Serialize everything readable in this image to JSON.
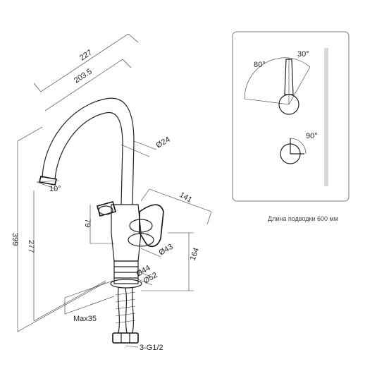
{
  "dimensions": {
    "width_227": "227",
    "width_203_5": "203.5",
    "spout_diameter": "Ø24",
    "spout_angle": "10°",
    "height_399": "399",
    "height_277": "277",
    "handle_height": "79",
    "handle_reach": "141",
    "body_diameter": "Ø43",
    "base_height": "164",
    "base_diameter_44": "Ø44",
    "base_diameter_52": "Ø52",
    "max_thickness": "Max35",
    "connection": "3-G1/2"
  },
  "rotation_panel": {
    "angle_80": "80°",
    "angle_30": "30°",
    "angle_90": "90°",
    "caption": "Длина подводки 600 мм"
  }
}
